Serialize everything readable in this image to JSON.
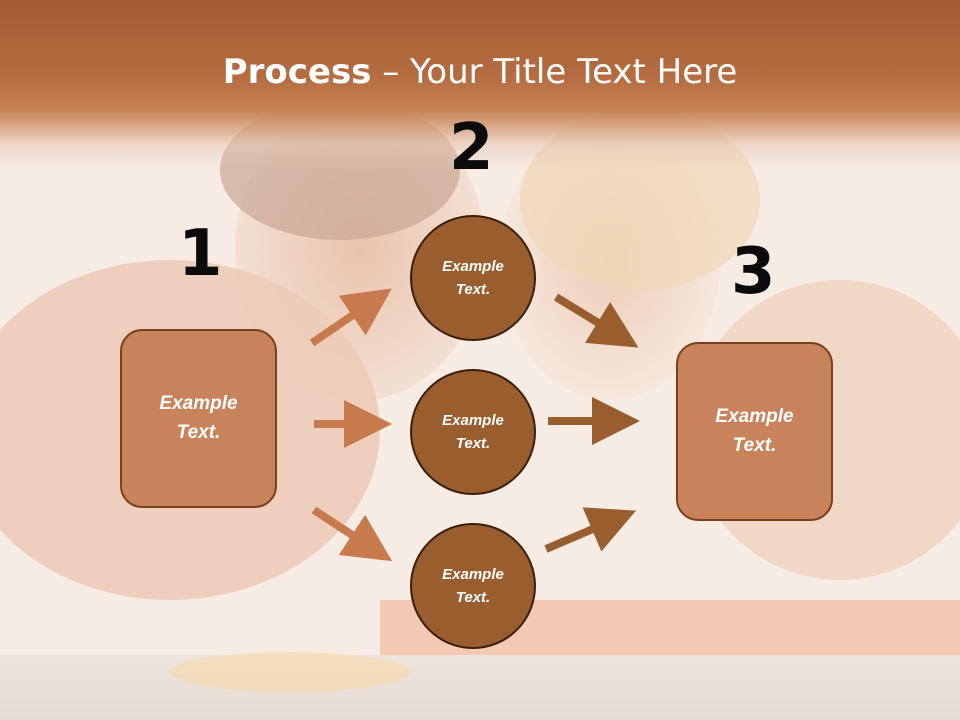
{
  "title": {
    "bold": "Process",
    "rest": " – Your Title Text Here"
  },
  "steps": [
    {
      "number": "1",
      "label": "Example\nText."
    },
    {
      "number": "2",
      "label": "Example\nText."
    },
    {
      "number": "3",
      "label": "Example\nText."
    }
  ],
  "circles": [
    {
      "label": "Example\nText."
    },
    {
      "label": "Example\nText."
    },
    {
      "label": "Example\nText."
    }
  ],
  "colors": {
    "title_band": "#b46c40",
    "box_fill": "#c8835a",
    "circle_fill": "#9a5d2e",
    "arrow_left": "#c77a4c",
    "arrow_right": "#9a5d2e"
  }
}
